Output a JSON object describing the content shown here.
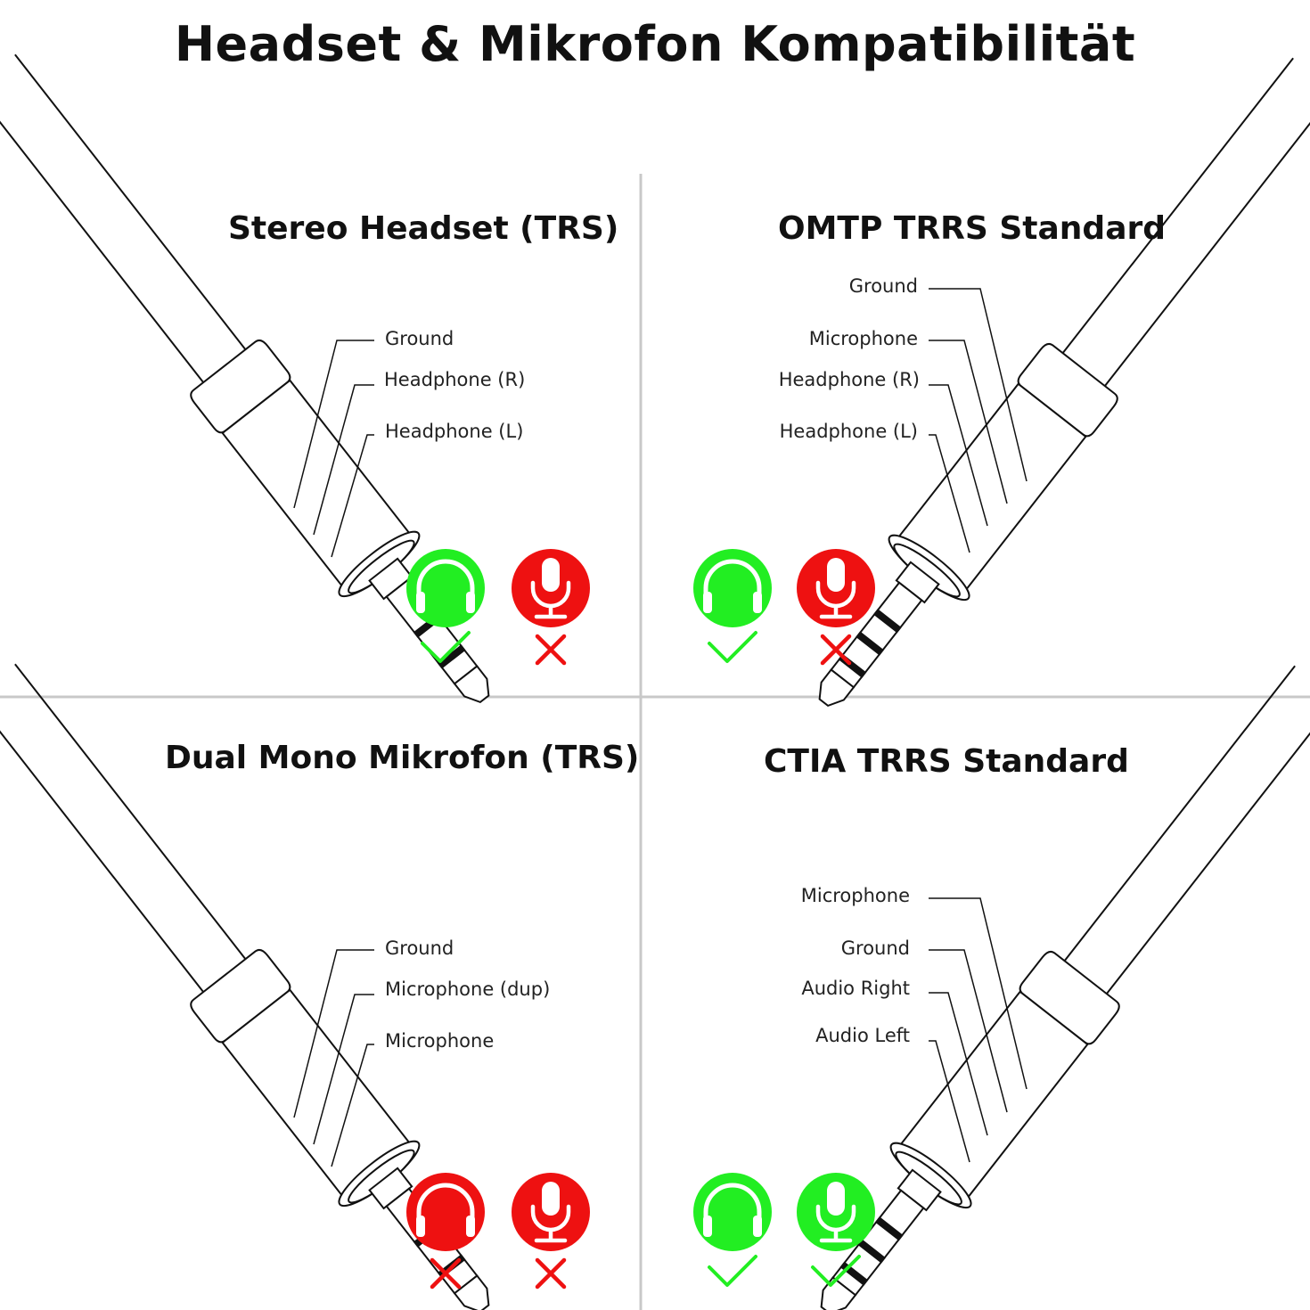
{
  "title": "Headset & Mikrofon Kompatibilität",
  "colors": {
    "ok": "#22ee22",
    "bad": "#ee1111",
    "line": "#111111",
    "divider": "#c8c8c8"
  },
  "quadrants": [
    {
      "id": "stereo-headset",
      "title": "Stereo Headset (TRS)",
      "labels": [
        "Ground",
        "Headphone (R)",
        "Headphone (L)"
      ],
      "headphone": {
        "icon": "headphone-icon",
        "status": "ok"
      },
      "microphone": {
        "icon": "microphone-icon",
        "status": "bad"
      }
    },
    {
      "id": "omtp-trrs",
      "title": "OMTP TRRS Standard",
      "labels": [
        "Ground",
        "Microphone",
        "Headphone (R)",
        "Headphone (L)"
      ],
      "headphone": {
        "icon": "headphone-icon",
        "status": "ok"
      },
      "microphone": {
        "icon": "microphone-icon",
        "status": "bad"
      }
    },
    {
      "id": "dual-mono-mic",
      "title": "Dual Mono Mikrofon (TRS)",
      "labels": [
        "Ground",
        "Microphone (dup)",
        "Microphone"
      ],
      "headphone": {
        "icon": "headphone-icon",
        "status": "bad"
      },
      "microphone": {
        "icon": "microphone-icon",
        "status": "bad"
      }
    },
    {
      "id": "ctia-trrs",
      "title": "CTIA TRRS Standard",
      "labels": [
        "Microphone",
        "Ground",
        "Audio Right",
        "Audio Left"
      ],
      "headphone": {
        "icon": "headphone-icon",
        "status": "ok"
      },
      "microphone": {
        "icon": "microphone-icon",
        "status": "ok"
      }
    }
  ]
}
